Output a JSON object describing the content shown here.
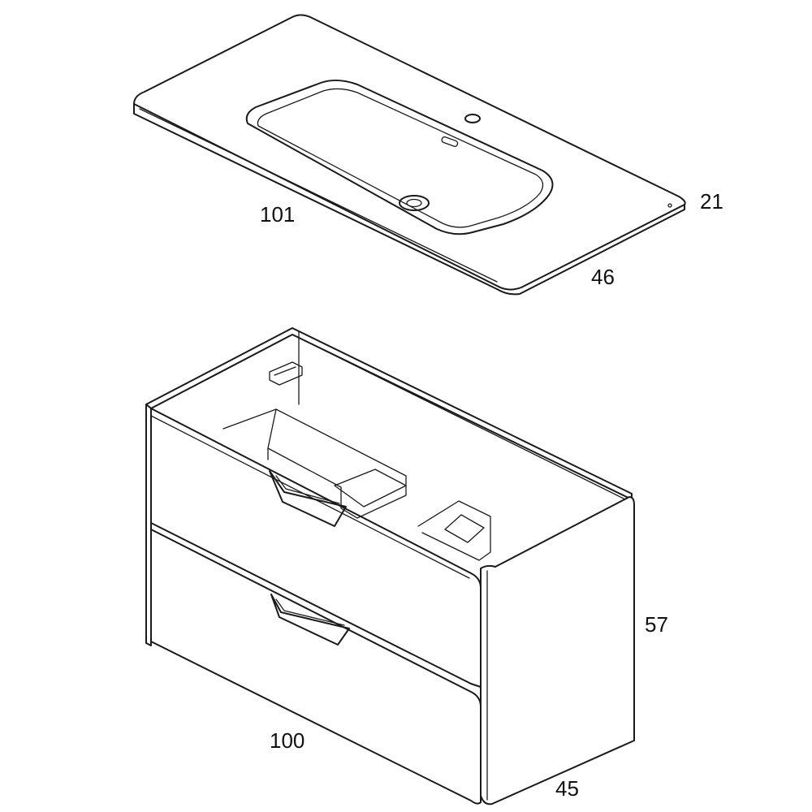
{
  "diagram": {
    "components": [
      "washbasin-top",
      "vanity-cabinet"
    ],
    "dimensions": {
      "washbasin": {
        "length": "101",
        "depth": "46",
        "height": "21"
      },
      "cabinet": {
        "width": "100",
        "depth": "45",
        "height": "57"
      }
    }
  }
}
